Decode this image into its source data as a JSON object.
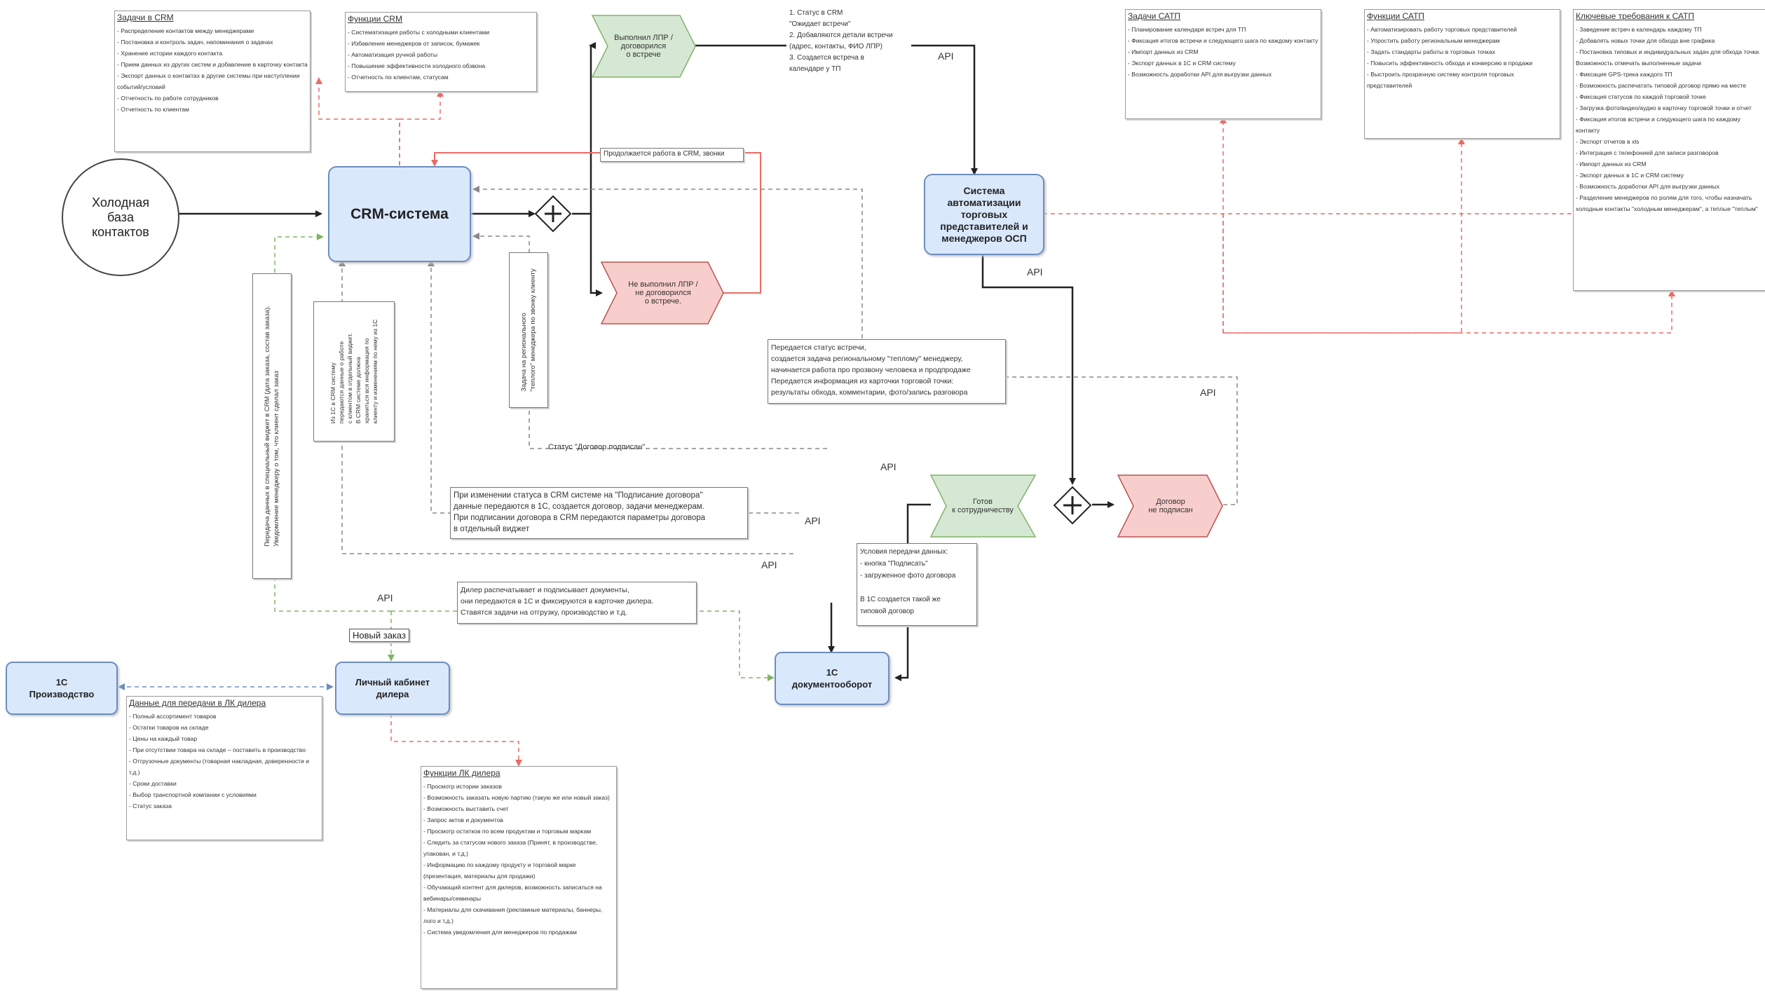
{
  "boxes": {
    "crm_tasks": {
      "title": "Задачи в CRM",
      "items": [
        "- Распределение контактов между менеджерами",
        "- Постановка и контроль задач, напоминания о задачах",
        "- Хранение истории каждого контакта",
        "- Прием данных из других систем и добавление в карточку контакта",
        "- Экспорт данных о контактах в другие системы при наступлении событий/условий",
        "- Отчетность по работе сотрудников",
        "- Отчетность по клиентам"
      ]
    },
    "crm_functions": {
      "title": "Функции CRM",
      "items": [
        "- Систематизация работы с холодными клиентами",
        "- Избавление менеджеров от записок, бумажек",
        "- Автоматизация ручной работы",
        "- Повышение эффективности холодного обзвона",
        "- Отчетность по клиентам, статусам"
      ]
    },
    "satp_tasks": {
      "title": "Задачи САТП",
      "items": [
        "- Планирование календаря встреч для ТП",
        "- Фиксация итогов встречи и следующего шага по каждому контакту",
        "- Импорт данных из CRM",
        "- Экспорт данных в 1С и CRM систему",
        "- Возможность доработки API для выгрузки данных"
      ]
    },
    "satp_functions": {
      "title": "Функции САТП",
      "items": [
        "- Автоматизировать работу торговых представителей",
        "- Упростить работу региональным менеджерам",
        "- Задать стандарты работы в торговых точках",
        "- Повысить эффективность обхода и конверсию в продажи",
        "- Выстроить прозрачную систему контроля торговых представителей"
      ]
    },
    "satp_requirements": {
      "title": "Ключевые требования к САТП",
      "items": [
        "- Заведение встреч в календарь каждому ТП",
        "- Добавлять новых точки для обхода вне графика",
        "- Постановка типовых и индивидуальных задач для обхода точки. Возможность отмечать выполненные задачи",
        "- Фиксация GPS-трека каждого ТП",
        "- Возможность распечатать типовой договор прямо на месте",
        "- Фиксация статусов по каждой торговой точке",
        "- Загрузка фото/видео/аудио в карточку торговой точки и отчет",
        "- Фиксация итогов встречи и следующего шага по каждому контакту",
        "- Экспорт отчетов в xls",
        "- Интеграция с телефонией для записи разговоров",
        "- Импорт данных из CRM",
        "- Экспорт данных в 1С и CRM систему",
        "- Возможность доработки API для выгрузки данных",
        "- Разделение менеджеров по ролям для того, чтобы назначать холодные контакты \"холодным менеджерам\", а теплые \"теплым\""
      ]
    },
    "dealer_data": {
      "title": "Данные для передачи в ЛК дилера",
      "items": [
        "- Полный ассортимент товаров",
        "- Остатки товаров на складе",
        "- Цены на каждый товар",
        "- При отсутствии товара на складе – поставить в производство",
        "- Отгрузочные документы (товарная накладная, доверенности и т.д.)",
        "- Сроки доставки",
        "- Выбор транспортной компании с условиями",
        "- Статус заказа"
      ]
    },
    "dealer_functions": {
      "title": "Функции ЛК дилера",
      "items": [
        "- Просмотр истории заказов",
        "- Возможность заказать новую партию (такую же или новый заказ)",
        "- Возможность выставить счет",
        "- Запрос актов и документов",
        "- Просмотр остатков по всем продуктам и торговым маркам",
        "- Следить за статусом нового заказа (Принят, в производстве, упакован, и т.д.)",
        "- Информацию по каждому продукту и торговой марке (презентация, материалы для продажи)",
        "- Обучающий контент для дилеров, возможность записаться на вебинары/семинары",
        "- Материалы для скачивания (рекламные материалы, баннеры, лого и т.д.)",
        "- Система уведомления для менеджеров по продажам"
      ]
    }
  },
  "nodes": {
    "cold_base": "Холодная\nбаза\nконтактов",
    "crm": "CRM-система",
    "satp": "Система\nавтоматизации\nторговых\nпредставителей и\nменеджеров ОСП",
    "production": "1С\nПроизводство",
    "dealer_cabinet": "Личный кабинет\nдилера",
    "docflow": "1С\nдокументооборот"
  },
  "chevrons": {
    "lpr_done": "Выполнил ЛПР /\nдоговорился\nо встрече",
    "lpr_fail": "Не выполнил ЛПР /\nне договорился\nо встрече.",
    "ready": "Готов\nк сотрудничеству",
    "not_signed": "Договор\nне подписан"
  },
  "notes": {
    "meeting_status": [
      "1. Статус в CRM",
      "\"Ожидает встречи\"",
      "2. Добавляются детали встречи",
      "(адрес, контакты, ФИО ЛПР)",
      "3. Создается встреча в",
      "календаре у ТП"
    ],
    "crm_continue": "Продолжается работа в CRM, звонки",
    "status_transfer": [
      "Передается статус встречи,",
      "создается задача региональному \"теплому\" менеджеру,",
      "начинается работа про прозвону человека и продпродаже",
      "Передается информация из карточки торговой точки:",
      "результаты обхода, комментарии, фото/запись разговора"
    ],
    "contract_sign": [
      "При изменении статуса в CRM системе на \"Подписание договора\"",
      "данные передаются в 1С, создается договор, задачи менеджерам.",
      "При подписании договора в CRM передаются параметры договора",
      "в отдельный виджет"
    ],
    "dealer_docs": [
      "Дилер распечатывает и подписывает документы,",
      "они передаются в 1С и фиксируются в карточке дилера.",
      "Ставятся задачи на отгрузку, производство и т.д."
    ],
    "transfer_conditions": [
      "Условия передачи данных:",
      "- кнопка \"Подписать\"",
      "- загруженное фото договора",
      "",
      "В 1С создается такой же",
      "типовой договор"
    ],
    "contract_status": "Статус \"Договор подписан\"",
    "new_order": "Новый заказ",
    "v_widget": [
      "Передача данных в специальный виджет в CRM (дата заказа, состав заказа).",
      "Уведомление менеджеру о том, что клиент сделал заказ"
    ],
    "v_1c_crm": [
      "Из 1С в CRM систему",
      "передаются данные о работе",
      "с клиентом в отдельный виджет.",
      "В CRM системе должна",
      "храниться вся информация по",
      "клиенту и изменениям по нему из 1С"
    ],
    "v_regional": [
      "Задача на регионального",
      "\"теплого\" менеджера по звонку клиенту"
    ]
  },
  "api_labels": [
    "API",
    "API",
    "API",
    "API",
    "API",
    "API",
    "API"
  ],
  "colors": {
    "node_fill": "#dae8fc",
    "node_stroke": "#6c8ebf",
    "green_fill": "#d5e8d4",
    "green_stroke": "#82b366",
    "red_fill": "#f8cecc",
    "red_stroke": "#b85450",
    "dashed_red": "#ea6b66",
    "dashed_green": "#82b366",
    "dashed_blue": "#6c8ebf"
  }
}
